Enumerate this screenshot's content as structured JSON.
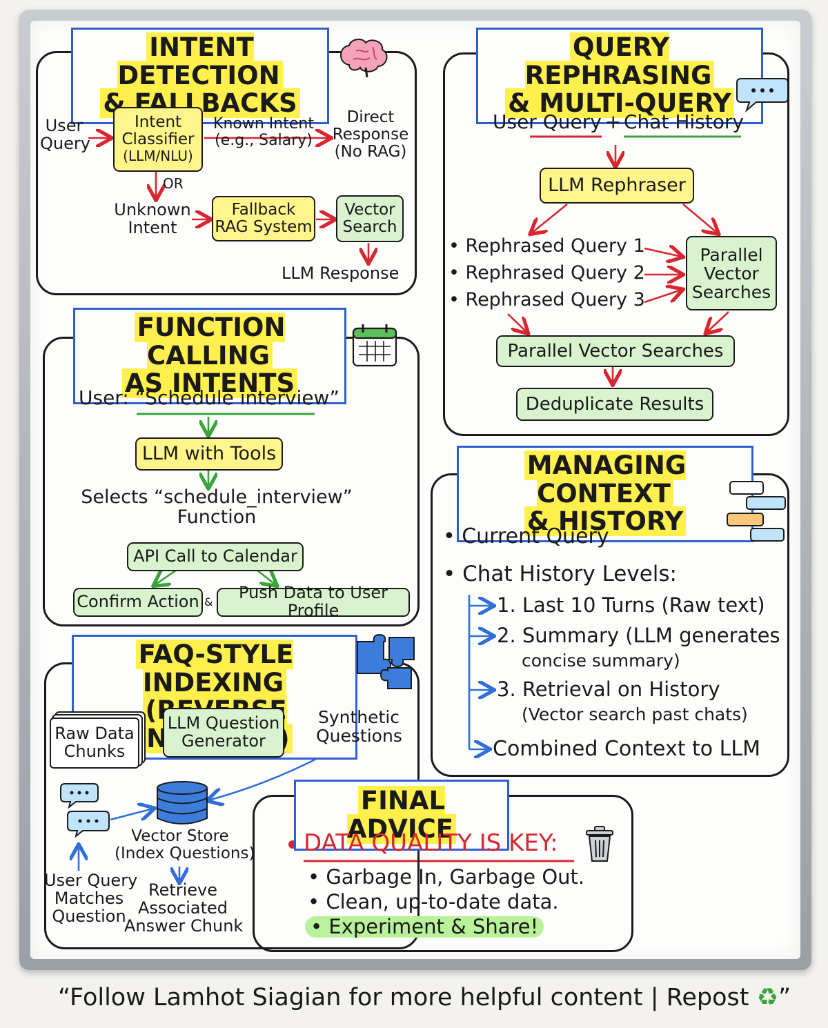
{
  "intent": {
    "title_line1": "INTENT DETECTION",
    "title_line2": "& FALLBACKS",
    "user_query_1": "User",
    "user_query_2": "Query",
    "classifier_1": "Intent",
    "classifier_2": "Classifier",
    "classifier_3": "(LLM/NLU)",
    "known_1": "Known Intent",
    "known_2": "(e.g., Salary)",
    "direct_1": "Direct",
    "direct_2": "Response",
    "direct_3": "(No RAG)",
    "or": "OR",
    "unknown_1": "Unknown",
    "unknown_2": "Intent",
    "fallback_1": "Fallback",
    "fallback_2": "RAG System",
    "vector_1": "Vector",
    "vector_2": "Search",
    "llm_response": "LLM Response"
  },
  "rephrase": {
    "title_line1": "QUERY REPHRASING",
    "title_line2": "& MULTI-QUERY",
    "user_query": "User Query",
    "plus": "+",
    "chat_history": "Chat History",
    "rephraser": "LLM Rephraser",
    "q1": "Rephrased Query 1",
    "q2": "Rephrased Query 2",
    "q3": "Rephrased Query 3",
    "pvs_1": "Parallel",
    "pvs_2": "Vector",
    "pvs_3": "Searches",
    "parallel_searches": "Parallel Vector Searches",
    "dedup": "Deduplicate Results"
  },
  "function": {
    "title_line1": "FUNCTION CALLING",
    "title_line2": "AS INTENTS",
    "user": "User: “Schedule interview”",
    "llm_tools": "LLM with Tools",
    "selects_1": "Selects “schedule_interview”",
    "selects_2": "Function",
    "api_call": "API Call to Calendar",
    "confirm": "Confirm Action",
    "amp": "&",
    "push": "Push Data to User Profile"
  },
  "context": {
    "title_line1": "MANAGING CONTEXT",
    "title_line2": "& HISTORY",
    "current": "Current Query",
    "levels": "Chat History Levels:",
    "l1": "1. Last 10 Turns (Raw text)",
    "l2a": "2. Summary (LLM generates",
    "l2b": "concise summary)",
    "l3a": "3. Retrieval on History",
    "l3b": "(Vector search past chats)",
    "combined": "Combined Context to LLM"
  },
  "faq": {
    "title_line1": "FAQ-STYLE INDEXING",
    "title_line2": "(REVERSE INDEXING)",
    "raw_1": "Raw Data",
    "raw_2": "Chunks",
    "gen_1": "LLM Question",
    "gen_2": "Generator",
    "syn_1": "Synthetic",
    "syn_2": "Questions",
    "store_1": "Vector Store",
    "store_2": "(Index Questions)",
    "match_1": "User Query",
    "match_2": "Matches",
    "match_3": "Question",
    "retrieve_1": "Retrieve",
    "retrieve_2": "Associated",
    "retrieve_3": "Answer Chunk"
  },
  "advice": {
    "title": "FINAL ADVICE",
    "key": "DATA QUALITY IS KEY:",
    "b1": "Garbage In, Garbage Out.",
    "b2": "Clean, up-to-date data.",
    "b3": "Experiment & Share!"
  },
  "footer": {
    "text": "“Follow Lamhot Siagian for more helpful content | Repost",
    "close_quote": "”"
  },
  "colors": {
    "title_border": "#2f5fcf",
    "highlight": "#fff04d",
    "yellow_box": "#fff58a",
    "green_box": "#d9f3cf",
    "arrow_red": "#d8262e",
    "arrow_green": "#3aa33a",
    "arrow_blue": "#2f6fd6"
  }
}
